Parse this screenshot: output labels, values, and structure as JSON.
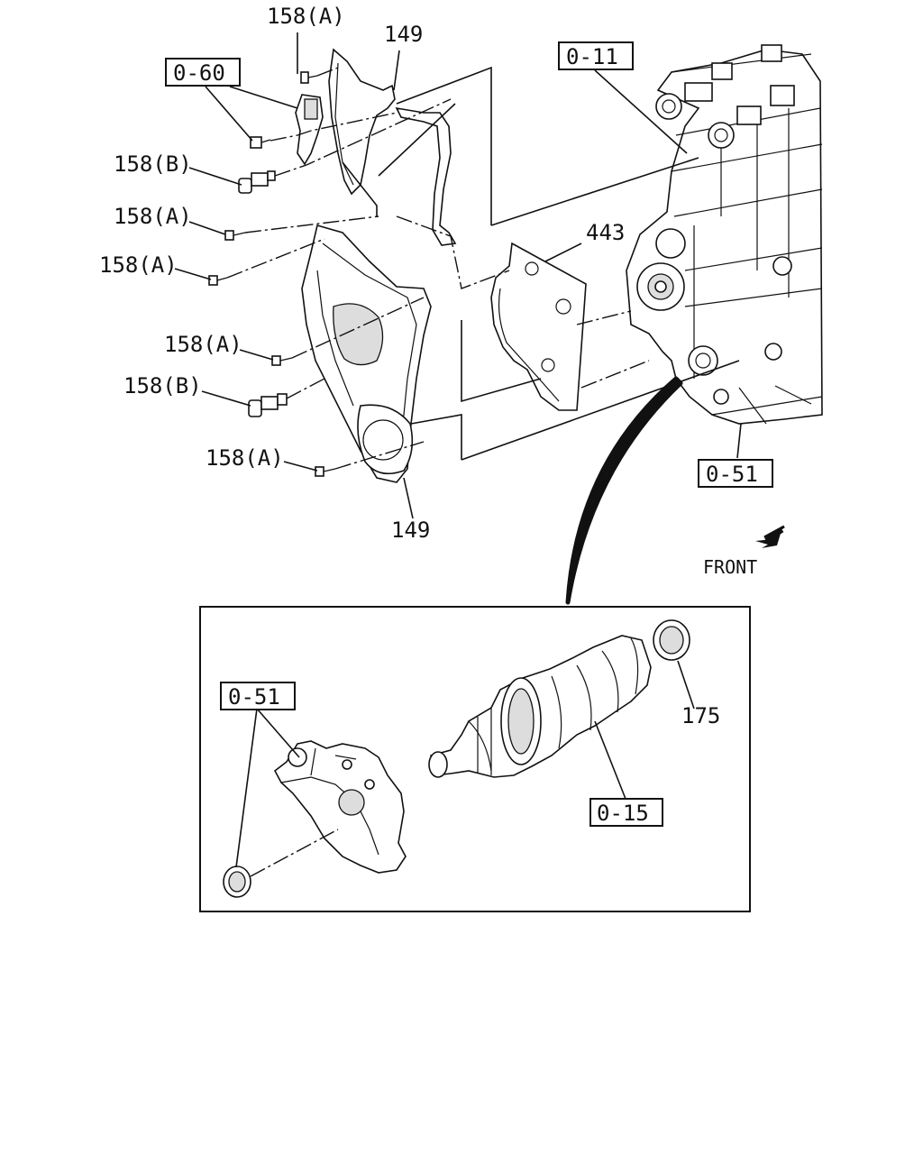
{
  "callouts": {
    "bolt_158a_top": "158(A)",
    "cover_149_top": "149",
    "ref_0_60": "0-60",
    "ref_0_11": "0-11",
    "bolt_158b_upper": "158(B)",
    "bolt_158a_2": "158(A)",
    "bolt_158a_3": "158(A)",
    "gasket_443": "443",
    "bolt_158a_4": "158(A)",
    "bolt_158b_lower": "158(B)",
    "bolt_158a_5": "158(A)",
    "ref_0_51_upper": "0-51",
    "cover_149_bottom": "149",
    "front_label": "FRONT",
    "ref_0_51_detail": "0-51",
    "seal_175": "175",
    "ref_0_15": "0-15"
  },
  "icons": {
    "front_arrow": "front-arrow-icon"
  }
}
